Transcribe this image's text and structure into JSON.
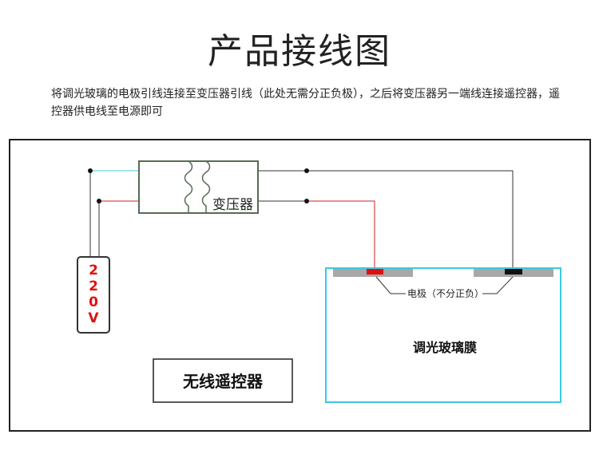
{
  "title": "产品接线图",
  "description": "将调光玻璃的电极引线连接至变压器引线（此处无需分正负极），之后将变压器另一端线连接遥控器，遥控器供电线至电源即可",
  "labels": {
    "transformer": "变压器",
    "power_chars": [
      "2",
      "2",
      "0",
      "V"
    ],
    "electrode": "电极（不分正负）",
    "film": "调光玻璃膜",
    "remote": "无线遥控器"
  },
  "colors": {
    "line_black": "#333333",
    "line_red": "#d02020",
    "line_cyan": "#3cc8e0",
    "power_text": "#e01010",
    "film_border": "#3cc8e0",
    "electrode_bar": "#a8a8a8",
    "electrode_red": "#e01010",
    "electrode_black": "#111111"
  }
}
